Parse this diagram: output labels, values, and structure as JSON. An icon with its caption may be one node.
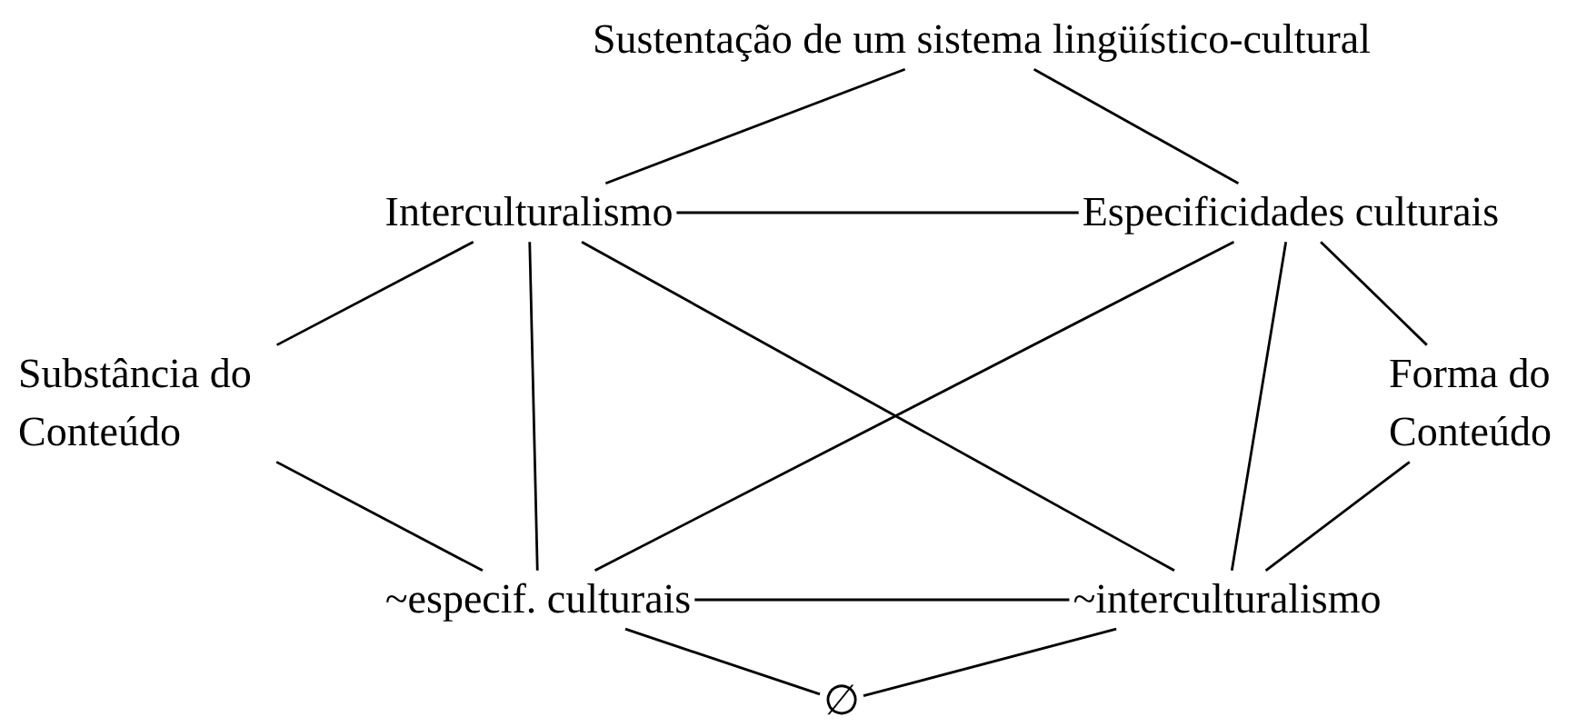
{
  "diagram": {
    "nodes": [
      {
        "text": [
          "Sustentação de um sistema lingüístico-cultural"
        ]
      },
      {
        "text": [
          "Interculturalismo"
        ]
      },
      {
        "text": [
          "Especificidades culturais"
        ]
      },
      {
        "text": [
          "Substância do Conteúdo"
        ]
      },
      {
        "text": [
          "Forma do Conteúdo"
        ]
      },
      {
        "text": [
          "~especif. culturais"
        ]
      },
      {
        "text": [
          "~interculturalismo"
        ]
      },
      {
        "text": [
          "∅"
        ]
      }
    ],
    "edges": [
      {
        "from": 0,
        "to": 1,
        "arrow": "none"
      },
      {
        "from": 0,
        "to": 2,
        "arrow": "none"
      },
      {
        "from": 1,
        "to": 2,
        "arrow": "none"
      },
      {
        "from": 1,
        "to": 3,
        "arrow": "none"
      },
      {
        "from": 2,
        "to": 4,
        "arrow": "none"
      },
      {
        "from": 1,
        "to": 5,
        "arrow": "none"
      },
      {
        "from": 1,
        "to": 6,
        "arrow": "none"
      },
      {
        "from": 2,
        "to": 5,
        "arrow": "none"
      },
      {
        "from": 2,
        "to": 6,
        "arrow": "none"
      },
      {
        "from": 3,
        "to": 5,
        "arrow": "none"
      },
      {
        "from": 4,
        "to": 6,
        "arrow": "none"
      },
      {
        "from": 5,
        "to": 6,
        "arrow": "none"
      },
      {
        "from": 5,
        "to": 7,
        "arrow": "none"
      },
      {
        "from": 6,
        "to": 7,
        "arrow": "none"
      }
    ]
  }
}
